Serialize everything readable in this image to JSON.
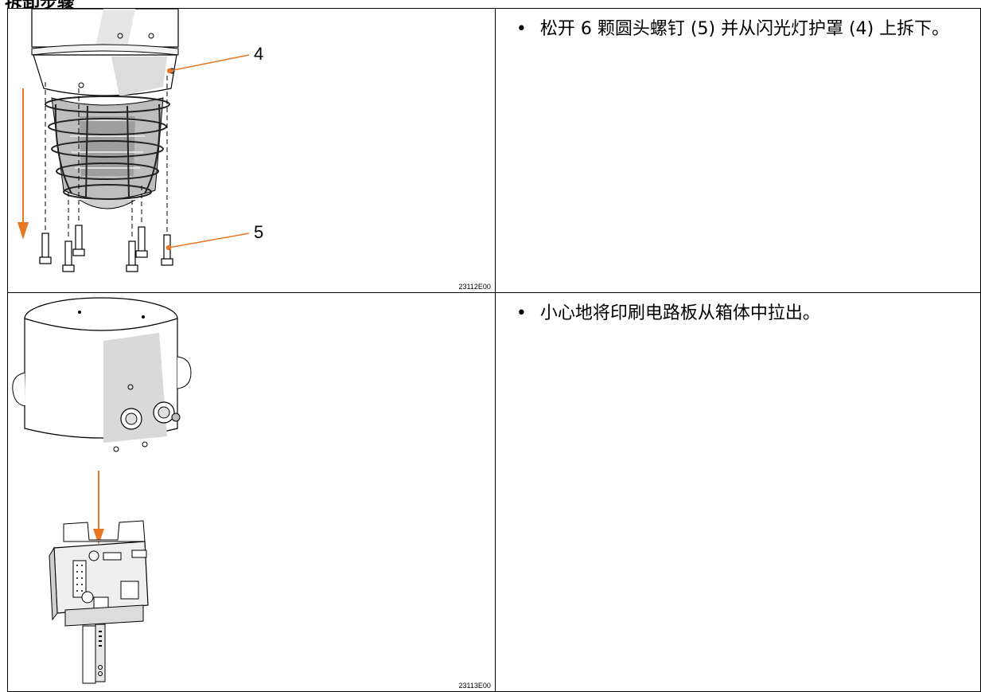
{
  "header": {
    "title_fragment": "拆卸步骤"
  },
  "steps": [
    {
      "bullet": "•",
      "text": "松开 6 颗圆头螺钉 (5) 并从闪光灯护罩 (4) 上拆下。",
      "figure_code": "23112E00",
      "callouts": [
        "4",
        "5"
      ]
    },
    {
      "bullet": "•",
      "text": "小心地将印刷电路板从箱体中拉出。",
      "figure_code": "23113E00",
      "callouts": []
    }
  ],
  "colors": {
    "accent": "#e87722",
    "line": "#000000",
    "shade": "#d9d9d9"
  },
  "icons": {
    "direction": "arrow-down-icon",
    "fastener": "screw-icon"
  }
}
